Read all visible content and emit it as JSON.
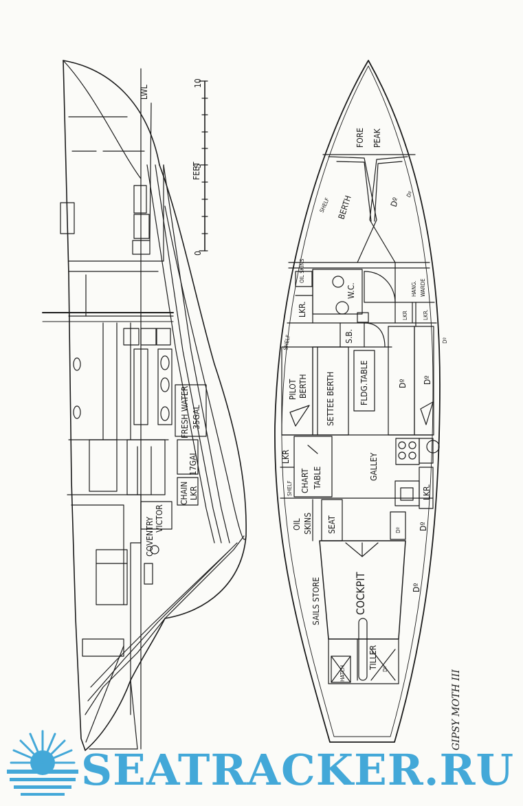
{
  "title": "GIPSY MOTH III",
  "scale": {
    "label": "FEET",
    "ticks": [
      "0",
      "5",
      "10"
    ]
  },
  "lwl_label": "LWL",
  "watermark": "SEATRACKER.RU",
  "colors": {
    "ink": "#1a1a1a",
    "paper": "#fbfbf8",
    "watermark": "#43a8d8"
  },
  "elevation_labels": {
    "fresh_water": "FRESH WATER",
    "gal_35": "35GAL",
    "gal_17": "17GAL",
    "chain": "CHAIN",
    "chain_lkr": "LKR",
    "coventry": "COVENTRY",
    "victor": "VICTOR"
  },
  "plan_labels": {
    "fore": "FORE",
    "peak": "PEAK",
    "shelf_fwd": "SHELF",
    "berth": "BERTH",
    "ditto_fwd": "Dº",
    "ditto_fwd_small": "Dº",
    "oil_skins_small": "OIL SKINS",
    "wc": "W.C.",
    "lkr_fwd": "LKR.",
    "hang": "HANG.",
    "warde": "WARDE",
    "lkr_small": "LKR",
    "lkr_stbd": "LKR.",
    "sb": "S.B.",
    "shelf_mid": "SHELF",
    "do_stbd": "Dº",
    "pilot": "PILOT",
    "pilot_berth": "BERTH",
    "settee_berth": "SETTEE BERTH",
    "fldg_table": "FLDG.TABLE",
    "do_locker": "Dº",
    "do_berth_stbd": "Dº",
    "lkr_port": "LKR",
    "shelf_port": "SHELF",
    "chart": "CHART",
    "table": "TABLE",
    "galley": "GALLEY",
    "lkr_galley": "LKR.",
    "oil": "OIL",
    "skins": "SKINS",
    "seat": "SEAT",
    "do_seat": "Dº",
    "do_galley": "Dº",
    "sails_store": "SAILS STORE",
    "cockpit": "COCKPIT",
    "do_aft": "Dº",
    "hatch": "HATCH",
    "tiller": "TILLER",
    "do_tiller": "Dº"
  }
}
